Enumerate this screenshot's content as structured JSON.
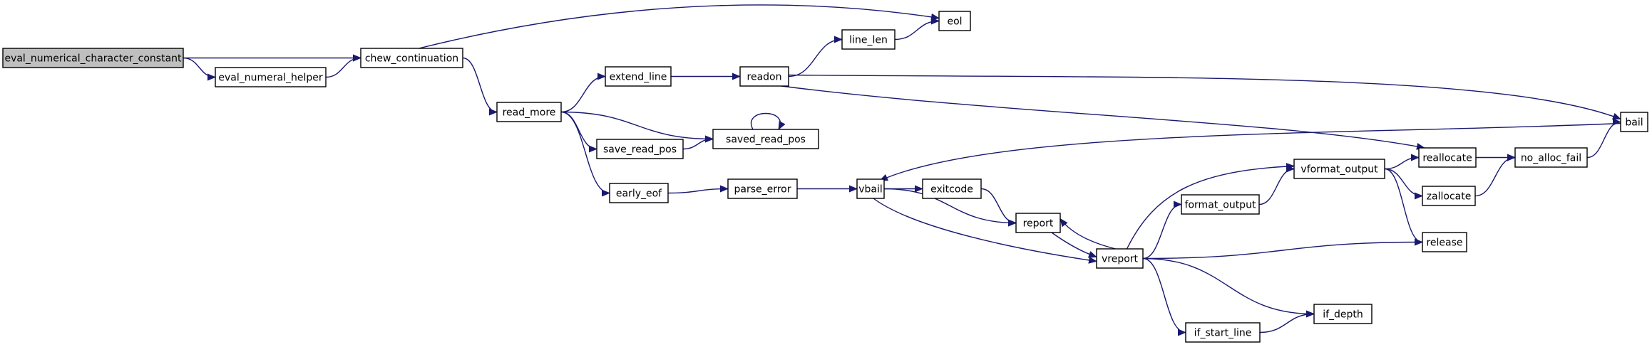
{
  "nodes": [
    {
      "id": "eval_numerical_character_constant",
      "label": "eval_numerical_character_constant",
      "root": true
    },
    {
      "id": "eval_numeral_helper",
      "label": "eval_numeral_helper"
    },
    {
      "id": "chew_continuation",
      "label": "chew_continuation"
    },
    {
      "id": "eol",
      "label": "eol"
    },
    {
      "id": "read_more",
      "label": "read_more"
    },
    {
      "id": "extend_line",
      "label": "extend_line"
    },
    {
      "id": "line_len",
      "label": "line_len"
    },
    {
      "id": "readon",
      "label": "readon"
    },
    {
      "id": "saved_read_pos",
      "label": "saved_read_pos"
    },
    {
      "id": "save_read_pos",
      "label": "save_read_pos"
    },
    {
      "id": "early_eof",
      "label": "early_eof"
    },
    {
      "id": "parse_error",
      "label": "parse_error"
    },
    {
      "id": "vbail",
      "label": "vbail"
    },
    {
      "id": "exitcode",
      "label": "exitcode"
    },
    {
      "id": "report",
      "label": "report"
    },
    {
      "id": "vreport",
      "label": "vreport"
    },
    {
      "id": "format_output",
      "label": "format_output"
    },
    {
      "id": "vformat_output",
      "label": "vformat_output"
    },
    {
      "id": "reallocate",
      "label": "reallocate"
    },
    {
      "id": "no_alloc_fail",
      "label": "no_alloc_fail"
    },
    {
      "id": "zallocate",
      "label": "zallocate"
    },
    {
      "id": "release",
      "label": "release"
    },
    {
      "id": "bail",
      "label": "bail"
    },
    {
      "id": "if_depth",
      "label": "if_depth"
    },
    {
      "id": "if_start_line",
      "label": "if_start_line"
    }
  ],
  "edges": [
    {
      "from": "eval_numerical_character_constant",
      "to": "chew_continuation"
    },
    {
      "from": "eval_numerical_character_constant",
      "to": "eval_numeral_helper"
    },
    {
      "from": "eval_numeral_helper",
      "to": "chew_continuation"
    },
    {
      "from": "chew_continuation",
      "to": "eol"
    },
    {
      "from": "chew_continuation",
      "to": "read_more"
    },
    {
      "from": "read_more",
      "to": "extend_line"
    },
    {
      "from": "read_more",
      "to": "saved_read_pos"
    },
    {
      "from": "read_more",
      "to": "save_read_pos"
    },
    {
      "from": "read_more",
      "to": "early_eof"
    },
    {
      "from": "extend_line",
      "to": "readon"
    },
    {
      "from": "readon",
      "to": "line_len"
    },
    {
      "from": "readon",
      "to": "bail"
    },
    {
      "from": "readon",
      "to": "reallocate"
    },
    {
      "from": "line_len",
      "to": "eol"
    },
    {
      "from": "saved_read_pos",
      "to": "saved_read_pos"
    },
    {
      "from": "save_read_pos",
      "to": "saved_read_pos"
    },
    {
      "from": "early_eof",
      "to": "parse_error"
    },
    {
      "from": "parse_error",
      "to": "vbail"
    },
    {
      "from": "bail",
      "to": "vbail"
    },
    {
      "from": "vbail",
      "to": "exitcode"
    },
    {
      "from": "vbail",
      "to": "report"
    },
    {
      "from": "vbail",
      "to": "vreport"
    },
    {
      "from": "exitcode",
      "to": "report"
    },
    {
      "from": "report",
      "to": "vreport"
    },
    {
      "from": "vreport",
      "to": "report"
    },
    {
      "from": "vreport",
      "to": "vformat_output"
    },
    {
      "from": "vreport",
      "to": "format_output"
    },
    {
      "from": "vreport",
      "to": "release"
    },
    {
      "from": "vreport",
      "to": "if_depth"
    },
    {
      "from": "vreport",
      "to": "if_start_line"
    },
    {
      "from": "format_output",
      "to": "vformat_output"
    },
    {
      "from": "vformat_output",
      "to": "reallocate"
    },
    {
      "from": "vformat_output",
      "to": "zallocate"
    },
    {
      "from": "vformat_output",
      "to": "release"
    },
    {
      "from": "reallocate",
      "to": "no_alloc_fail"
    },
    {
      "from": "zallocate",
      "to": "no_alloc_fail"
    },
    {
      "from": "no_alloc_fail",
      "to": "bail"
    },
    {
      "from": "if_start_line",
      "to": "if_depth"
    }
  ]
}
